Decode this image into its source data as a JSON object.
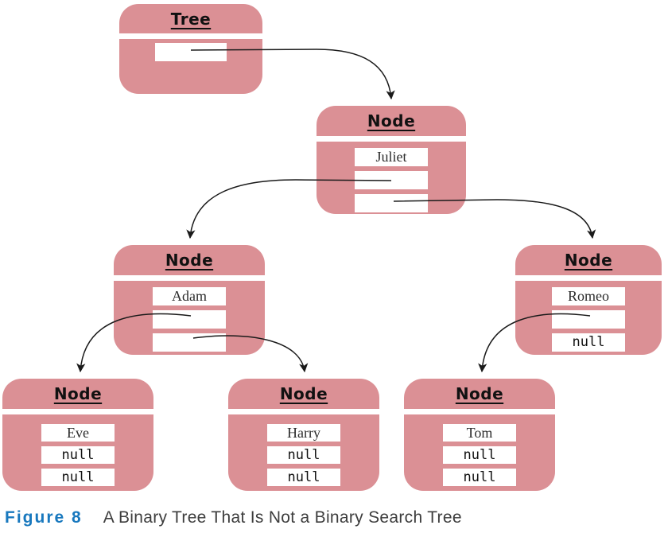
{
  "palette": {
    "box_pink": "#db9095",
    "field_white": "#ffffff",
    "arrow_black": "#1a1a1a",
    "caption_blue": "#1878be",
    "caption_text": "#3d3d3d"
  },
  "tree_box": {
    "title": "Tree"
  },
  "nodes": [
    {
      "id": "juliet",
      "title": "Node",
      "data": "Juliet",
      "left": "",
      "right": ""
    },
    {
      "id": "adam",
      "title": "Node",
      "data": "Adam",
      "left": "",
      "right": ""
    },
    {
      "id": "romeo",
      "title": "Node",
      "data": "Romeo",
      "left": "",
      "right": "null"
    },
    {
      "id": "eve",
      "title": "Node",
      "data": "Eve",
      "left": "null",
      "right": "null"
    },
    {
      "id": "harry",
      "title": "Node",
      "data": "Harry",
      "left": "null",
      "right": "null"
    },
    {
      "id": "tom",
      "title": "Node",
      "data": "Tom",
      "left": "null",
      "right": "null"
    }
  ],
  "caption": {
    "label": "Figure 8",
    "text": "A Binary Tree That Is Not a Binary Search Tree"
  }
}
